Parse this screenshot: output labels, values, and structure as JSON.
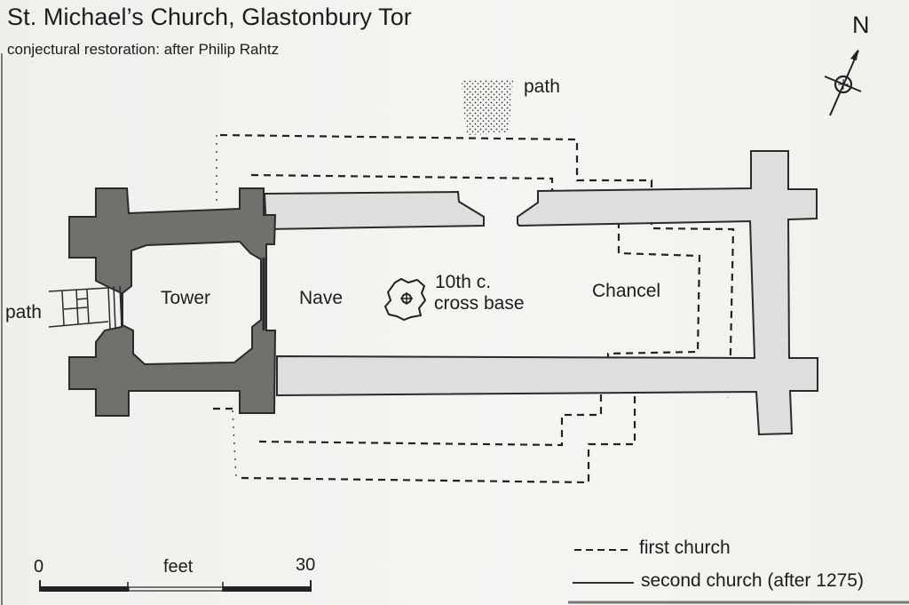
{
  "header": {
    "title": "St. Michael’s Church, Glastonbury Tor",
    "subtitle": "conjectural restoration: after Philip Rahtz"
  },
  "compass": {
    "label": "N",
    "icon": "north-arrow-icon"
  },
  "labels": {
    "path_north": "path",
    "path_west": "path",
    "tower": "Tower",
    "nave": "Nave",
    "cross_base_line1": "10th c.",
    "cross_base_line2": "cross base",
    "chancel": "Chancel"
  },
  "scale_bar": {
    "start": "0",
    "unit": "feet",
    "end": "30"
  },
  "legend": {
    "items": [
      {
        "symbol": "dashed-line",
        "label": "first church"
      },
      {
        "symbol": "solid-line",
        "label": "second church (after 1275)"
      }
    ]
  },
  "colors": {
    "tower_fill": "#6f716d",
    "wall_fill": "#dedfdd",
    "outline": "#2a2a2a",
    "paper": "#f3f2ef"
  }
}
